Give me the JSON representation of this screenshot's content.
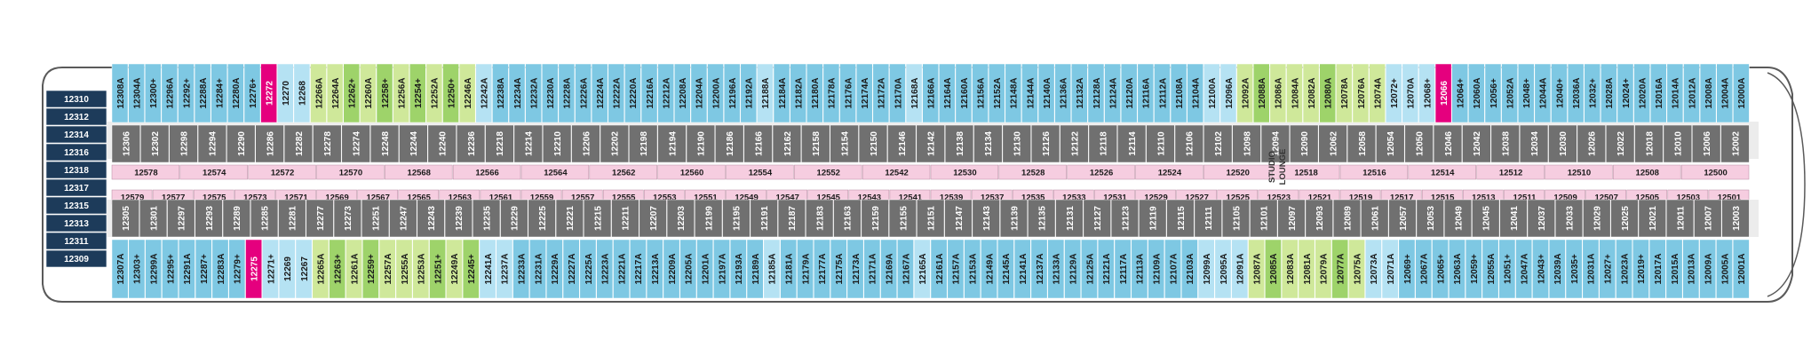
{
  "colors": {
    "blue": "#7ec8e3",
    "lightblue": "#b5e2f3",
    "green": "#9ed36a",
    "lightgreen": "#cfe89a",
    "pink": "#e5007e",
    "gray": "#707070",
    "lightpink": "#f6cde0",
    "corridor": "#ececec",
    "aft": "#1d3b5a",
    "outline": "#5a5a5a"
  },
  "aft_rows": [
    "12310",
    "12312",
    "12314",
    "12316",
    "12318",
    "12317",
    "12315",
    "12313",
    "12311",
    "12309"
  ],
  "top_upper": [
    {
      "n": "12308A",
      "c": "blue"
    },
    {
      "n": "12304A",
      "c": "blue"
    },
    {
      "n": "12300+",
      "c": "blue"
    },
    {
      "n": "12296A",
      "c": "blue"
    },
    {
      "n": "12292+",
      "c": "blue"
    },
    {
      "n": "12288A",
      "c": "blue"
    },
    {
      "n": "12284+",
      "c": "blue"
    },
    {
      "n": "12280A",
      "c": "blue"
    },
    {
      "n": "12276+",
      "c": "blue"
    },
    {
      "n": "12272",
      "c": "pink"
    },
    {
      "n": "12270",
      "c": "lightblue"
    },
    {
      "n": "12268",
      "c": "lightblue"
    },
    {
      "n": "12266A",
      "c": "lightgreen"
    },
    {
      "n": "12264A",
      "c": "lightgreen"
    },
    {
      "n": "12262+",
      "c": "green"
    },
    {
      "n": "12260A",
      "c": "lightgreen"
    },
    {
      "n": "12258+",
      "c": "green"
    },
    {
      "n": "12256A",
      "c": "lightgreen"
    },
    {
      "n": "12254+",
      "c": "green"
    },
    {
      "n": "12252A",
      "c": "lightgreen"
    },
    {
      "n": "12250+",
      "c": "green"
    },
    {
      "n": "12246A",
      "c": "lightgreen"
    },
    {
      "n": "12242A",
      "c": "lightblue"
    },
    {
      "n": "12238A",
      "c": "blue"
    },
    {
      "n": "12234A",
      "c": "blue"
    },
    {
      "n": "12232A",
      "c": "blue"
    },
    {
      "n": "12230A",
      "c": "blue"
    },
    {
      "n": "12228A",
      "c": "blue"
    },
    {
      "n": "12226A",
      "c": "blue"
    },
    {
      "n": "12224A",
      "c": "blue"
    },
    {
      "n": "12222A",
      "c": "blue"
    },
    {
      "n": "12220A",
      "c": "blue"
    },
    {
      "n": "12216A",
      "c": "blue"
    },
    {
      "n": "12212A",
      "c": "blue"
    },
    {
      "n": "12208A",
      "c": "blue"
    },
    {
      "n": "12204A",
      "c": "blue"
    },
    {
      "n": "12200A",
      "c": "blue"
    },
    {
      "n": "12196A",
      "c": "blue"
    },
    {
      "n": "12192A",
      "c": "blue"
    },
    {
      "n": "12188A",
      "c": "lightblue"
    },
    {
      "n": "12184A",
      "c": "blue"
    },
    {
      "n": "12182A",
      "c": "blue"
    },
    {
      "n": "12180A",
      "c": "blue"
    },
    {
      "n": "12178A",
      "c": "blue"
    },
    {
      "n": "12176A",
      "c": "blue"
    },
    {
      "n": "12174A",
      "c": "blue"
    },
    {
      "n": "12172A",
      "c": "blue"
    },
    {
      "n": "12170A",
      "c": "blue"
    },
    {
      "n": "12168A",
      "c": "lightblue"
    },
    {
      "n": "12166A",
      "c": "blue"
    },
    {
      "n": "12164A",
      "c": "blue"
    },
    {
      "n": "12160A",
      "c": "blue"
    },
    {
      "n": "12156A",
      "c": "blue"
    },
    {
      "n": "12152A",
      "c": "blue"
    },
    {
      "n": "12148A",
      "c": "blue"
    },
    {
      "n": "12144A",
      "c": "blue"
    },
    {
      "n": "12140A",
      "c": "blue"
    },
    {
      "n": "12136A",
      "c": "blue"
    },
    {
      "n": "12132A",
      "c": "blue"
    },
    {
      "n": "12128A",
      "c": "blue"
    },
    {
      "n": "12124A",
      "c": "blue"
    },
    {
      "n": "12120A",
      "c": "blue"
    },
    {
      "n": "12116A",
      "c": "blue"
    },
    {
      "n": "12112A",
      "c": "blue"
    },
    {
      "n": "12108A",
      "c": "blue"
    },
    {
      "n": "12104A",
      "c": "blue"
    },
    {
      "n": "12100A",
      "c": "lightblue"
    },
    {
      "n": "12096A",
      "c": "lightblue"
    },
    {
      "n": "12092A",
      "c": "lightgreen"
    },
    {
      "n": "12088A",
      "c": "green"
    },
    {
      "n": "12086A",
      "c": "lightgreen"
    },
    {
      "n": "12084A",
      "c": "lightgreen"
    },
    {
      "n": "12082A",
      "c": "lightgreen"
    },
    {
      "n": "12080A",
      "c": "green"
    },
    {
      "n": "12078A",
      "c": "lightgreen"
    },
    {
      "n": "12076A",
      "c": "lightgreen"
    },
    {
      "n": "12074A",
      "c": "lightgreen"
    },
    {
      "n": "12072+",
      "c": "lightblue"
    },
    {
      "n": "12070A",
      "c": "lightblue"
    },
    {
      "n": "12068+",
      "c": "lightblue"
    },
    {
      "n": "12066",
      "c": "pink"
    },
    {
      "n": "12064+",
      "c": "blue"
    },
    {
      "n": "12060A",
      "c": "blue"
    },
    {
      "n": "12056+",
      "c": "blue"
    },
    {
      "n": "12052A",
      "c": "blue"
    },
    {
      "n": "12048+",
      "c": "blue"
    },
    {
      "n": "12044A",
      "c": "blue"
    },
    {
      "n": "12040+",
      "c": "blue"
    },
    {
      "n": "12036A",
      "c": "blue"
    },
    {
      "n": "12032+",
      "c": "blue"
    },
    {
      "n": "12028A",
      "c": "blue"
    },
    {
      "n": "12024+",
      "c": "blue"
    },
    {
      "n": "12020A",
      "c": "blue"
    },
    {
      "n": "12016A",
      "c": "blue"
    },
    {
      "n": "12014A",
      "c": "blue"
    },
    {
      "n": "12012A",
      "c": "blue"
    },
    {
      "n": "12008A",
      "c": "blue"
    },
    {
      "n": "12004A",
      "c": "blue"
    },
    {
      "n": "12000A",
      "c": "blue"
    }
  ],
  "top_mid": [
    {
      "n": "12306",
      "c": "gray"
    },
    {
      "n": "12302",
      "c": "gray"
    },
    {
      "n": "12298",
      "c": "gray"
    },
    {
      "n": "12294",
      "c": "gray"
    },
    {
      "n": "12290",
      "c": "gray"
    },
    {
      "n": "12286",
      "c": "gray"
    },
    {
      "n": "12282",
      "c": "gray"
    },
    {
      "n": "12278",
      "c": "gray"
    },
    {
      "n": "12274",
      "c": "gray"
    },
    {
      "n": "12248",
      "c": "gray"
    },
    {
      "n": "12244",
      "c": "gray"
    },
    {
      "n": "12240",
      "c": "gray"
    },
    {
      "n": "12236",
      "c": "gray"
    },
    {
      "n": "12218",
      "c": "gray"
    },
    {
      "n": "12214",
      "c": "gray"
    },
    {
      "n": "12210",
      "c": "gray"
    },
    {
      "n": "12206",
      "c": "gray"
    },
    {
      "n": "12202",
      "c": "gray"
    },
    {
      "n": "12198",
      "c": "gray"
    },
    {
      "n": "12194",
      "c": "gray"
    },
    {
      "n": "12190",
      "c": "gray"
    },
    {
      "n": "12186",
      "c": "gray"
    },
    {
      "n": "12166",
      "c": "gray"
    },
    {
      "n": "12162",
      "c": "gray"
    },
    {
      "n": "12158",
      "c": "gray"
    },
    {
      "n": "12154",
      "c": "gray"
    },
    {
      "n": "12150",
      "c": "gray"
    },
    {
      "n": "12146",
      "c": "gray"
    },
    {
      "n": "12142",
      "c": "gray"
    },
    {
      "n": "12138",
      "c": "gray"
    },
    {
      "n": "12134",
      "c": "gray"
    },
    {
      "n": "12130",
      "c": "gray"
    },
    {
      "n": "12126",
      "c": "gray"
    },
    {
      "n": "12122",
      "c": "gray"
    },
    {
      "n": "12118",
      "c": "gray"
    },
    {
      "n": "12114",
      "c": "gray"
    },
    {
      "n": "12110",
      "c": "gray"
    },
    {
      "n": "12106",
      "c": "gray"
    },
    {
      "n": "12102",
      "c": "gray"
    },
    {
      "n": "12098",
      "c": "gray"
    },
    {
      "n": "12094",
      "c": "gray"
    },
    {
      "n": "12090",
      "c": "gray"
    },
    {
      "n": "12062",
      "c": "gray"
    },
    {
      "n": "12058",
      "c": "gray"
    },
    {
      "n": "12054",
      "c": "gray"
    },
    {
      "n": "12050",
      "c": "gray"
    },
    {
      "n": "12046",
      "c": "gray"
    },
    {
      "n": "12042",
      "c": "gray"
    },
    {
      "n": "12038",
      "c": "gray"
    },
    {
      "n": "12034",
      "c": "gray"
    },
    {
      "n": "12030",
      "c": "gray"
    },
    {
      "n": "12026",
      "c": "gray"
    },
    {
      "n": "12022",
      "c": "gray"
    },
    {
      "n": "12018",
      "c": "gray"
    },
    {
      "n": "12010",
      "c": "gray"
    },
    {
      "n": "12006",
      "c": "gray"
    },
    {
      "n": "12002",
      "c": "gray"
    }
  ],
  "bottom_mid": [
    {
      "n": "12305",
      "c": "gray"
    },
    {
      "n": "12301",
      "c": "gray"
    },
    {
      "n": "12297",
      "c": "gray"
    },
    {
      "n": "12293",
      "c": "gray"
    },
    {
      "n": "12289",
      "c": "gray"
    },
    {
      "n": "12285",
      "c": "gray"
    },
    {
      "n": "12281",
      "c": "gray"
    },
    {
      "n": "12277",
      "c": "gray"
    },
    {
      "n": "12273",
      "c": "gray"
    },
    {
      "n": "12251",
      "c": "gray"
    },
    {
      "n": "12247",
      "c": "gray"
    },
    {
      "n": "12243",
      "c": "gray"
    },
    {
      "n": "12239",
      "c": "gray"
    },
    {
      "n": "12235",
      "c": "gray"
    },
    {
      "n": "12229",
      "c": "gray"
    },
    {
      "n": "12225",
      "c": "gray"
    },
    {
      "n": "12221",
      "c": "gray"
    },
    {
      "n": "12215",
      "c": "gray"
    },
    {
      "n": "12211",
      "c": "gray"
    },
    {
      "n": "12207",
      "c": "gray"
    },
    {
      "n": "12203",
      "c": "gray"
    },
    {
      "n": "12199",
      "c": "gray"
    },
    {
      "n": "12195",
      "c": "gray"
    },
    {
      "n": "12191",
      "c": "gray"
    },
    {
      "n": "12187",
      "c": "gray"
    },
    {
      "n": "12183",
      "c": "gray"
    },
    {
      "n": "12163",
      "c": "gray"
    },
    {
      "n": "12159",
      "c": "gray"
    },
    {
      "n": "12155",
      "c": "gray"
    },
    {
      "n": "12151",
      "c": "gray"
    },
    {
      "n": "12147",
      "c": "gray"
    },
    {
      "n": "12143",
      "c": "gray"
    },
    {
      "n": "12139",
      "c": "gray"
    },
    {
      "n": "12135",
      "c": "gray"
    },
    {
      "n": "12131",
      "c": "gray"
    },
    {
      "n": "12127",
      "c": "gray"
    },
    {
      "n": "12123",
      "c": "gray"
    },
    {
      "n": "12119",
      "c": "gray"
    },
    {
      "n": "12115",
      "c": "gray"
    },
    {
      "n": "12111",
      "c": "gray"
    },
    {
      "n": "12105",
      "c": "gray"
    },
    {
      "n": "12101",
      "c": "gray"
    },
    {
      "n": "12097",
      "c": "gray"
    },
    {
      "n": "12093",
      "c": "gray"
    },
    {
      "n": "12089",
      "c": "gray"
    },
    {
      "n": "12061",
      "c": "gray"
    },
    {
      "n": "12057",
      "c": "gray"
    },
    {
      "n": "12053",
      "c": "gray"
    },
    {
      "n": "12049",
      "c": "gray"
    },
    {
      "n": "12045",
      "c": "gray"
    },
    {
      "n": "12041",
      "c": "gray"
    },
    {
      "n": "12037",
      "c": "gray"
    },
    {
      "n": "12033",
      "c": "gray"
    },
    {
      "n": "12029",
      "c": "gray"
    },
    {
      "n": "12025",
      "c": "gray"
    },
    {
      "n": "12021",
      "c": "gray"
    },
    {
      "n": "12011",
      "c": "gray"
    },
    {
      "n": "12007",
      "c": "gray"
    },
    {
      "n": "12003",
      "c": "gray"
    }
  ],
  "bottom_lower": [
    {
      "n": "12307A",
      "c": "blue"
    },
    {
      "n": "12303+",
      "c": "blue"
    },
    {
      "n": "12299A",
      "c": "blue"
    },
    {
      "n": "12295+",
      "c": "blue"
    },
    {
      "n": "12291A",
      "c": "blue"
    },
    {
      "n": "12287+",
      "c": "blue"
    },
    {
      "n": "12283A",
      "c": "blue"
    },
    {
      "n": "12279+",
      "c": "blue"
    },
    {
      "n": "12275",
      "c": "pink"
    },
    {
      "n": "12271+",
      "c": "lightblue"
    },
    {
      "n": "12269",
      "c": "lightblue"
    },
    {
      "n": "12267",
      "c": "lightblue"
    },
    {
      "n": "12265A",
      "c": "lightgreen"
    },
    {
      "n": "12263+",
      "c": "green"
    },
    {
      "n": "12261A",
      "c": "lightgreen"
    },
    {
      "n": "12259+",
      "c": "green"
    },
    {
      "n": "12257A",
      "c": "lightgreen"
    },
    {
      "n": "12255A",
      "c": "lightgreen"
    },
    {
      "n": "12253A",
      "c": "lightgreen"
    },
    {
      "n": "12251+",
      "c": "green"
    },
    {
      "n": "12249A",
      "c": "lightgreen"
    },
    {
      "n": "12245+",
      "c": "green"
    },
    {
      "n": "12241A",
      "c": "lightblue"
    },
    {
      "n": "12237A",
      "c": "lightblue"
    },
    {
      "n": "12233A",
      "c": "blue"
    },
    {
      "n": "12231A",
      "c": "blue"
    },
    {
      "n": "12229A",
      "c": "blue"
    },
    {
      "n": "12227A",
      "c": "blue"
    },
    {
      "n": "12225A",
      "c": "blue"
    },
    {
      "n": "12223A",
      "c": "blue"
    },
    {
      "n": "12221A",
      "c": "blue"
    },
    {
      "n": "12217A",
      "c": "blue"
    },
    {
      "n": "12213A",
      "c": "blue"
    },
    {
      "n": "12209A",
      "c": "blue"
    },
    {
      "n": "12205A",
      "c": "blue"
    },
    {
      "n": "12201A",
      "c": "blue"
    },
    {
      "n": "12197A",
      "c": "blue"
    },
    {
      "n": "12193A",
      "c": "blue"
    },
    {
      "n": "12189A",
      "c": "blue"
    },
    {
      "n": "12185A",
      "c": "lightblue"
    },
    {
      "n": "12181A",
      "c": "blue"
    },
    {
      "n": "12179A",
      "c": "blue"
    },
    {
      "n": "12177A",
      "c": "blue"
    },
    {
      "n": "12175A",
      "c": "blue"
    },
    {
      "n": "12173A",
      "c": "blue"
    },
    {
      "n": "12171A",
      "c": "blue"
    },
    {
      "n": "12169A",
      "c": "blue"
    },
    {
      "n": "12167A",
      "c": "blue"
    },
    {
      "n": "12165A",
      "c": "lightblue"
    },
    {
      "n": "12161A",
      "c": "blue"
    },
    {
      "n": "12157A",
      "c": "blue"
    },
    {
      "n": "12153A",
      "c": "blue"
    },
    {
      "n": "12149A",
      "c": "blue"
    },
    {
      "n": "12145A",
      "c": "blue"
    },
    {
      "n": "12141A",
      "c": "blue"
    },
    {
      "n": "12137A",
      "c": "blue"
    },
    {
      "n": "12133A",
      "c": "blue"
    },
    {
      "n": "12129A",
      "c": "blue"
    },
    {
      "n": "12125A",
      "c": "blue"
    },
    {
      "n": "12121A",
      "c": "blue"
    },
    {
      "n": "12117A",
      "c": "blue"
    },
    {
      "n": "12113A",
      "c": "blue"
    },
    {
      "n": "12109A",
      "c": "blue"
    },
    {
      "n": "12107A",
      "c": "blue"
    },
    {
      "n": "12103A",
      "c": "blue"
    },
    {
      "n": "12099A",
      "c": "lightblue"
    },
    {
      "n": "12095A",
      "c": "lightblue"
    },
    {
      "n": "12091A",
      "c": "lightblue"
    },
    {
      "n": "12087A",
      "c": "lightgreen"
    },
    {
      "n": "12085A",
      "c": "green"
    },
    {
      "n": "12083A",
      "c": "lightgreen"
    },
    {
      "n": "12081A",
      "c": "lightgreen"
    },
    {
      "n": "12079A",
      "c": "lightgreen"
    },
    {
      "n": "12077A",
      "c": "green"
    },
    {
      "n": "12075A",
      "c": "lightgreen"
    },
    {
      "n": "12073A",
      "c": "lightblue"
    },
    {
      "n": "12071A",
      "c": "lightblue"
    },
    {
      "n": "12069+",
      "c": "blue"
    },
    {
      "n": "12067A",
      "c": "blue"
    },
    {
      "n": "12065+",
      "c": "blue"
    },
    {
      "n": "12063A",
      "c": "blue"
    },
    {
      "n": "12059+",
      "c": "blue"
    },
    {
      "n": "12055A",
      "c": "blue"
    },
    {
      "n": "12051+",
      "c": "blue"
    },
    {
      "n": "12047A",
      "c": "blue"
    },
    {
      "n": "12043+",
      "c": "blue"
    },
    {
      "n": "12039A",
      "c": "blue"
    },
    {
      "n": "12035+",
      "c": "blue"
    },
    {
      "n": "12031A",
      "c": "blue"
    },
    {
      "n": "12027+",
      "c": "blue"
    },
    {
      "n": "12023A",
      "c": "blue"
    },
    {
      "n": "12019+",
      "c": "blue"
    },
    {
      "n": "12017A",
      "c": "blue"
    },
    {
      "n": "12015A",
      "c": "blue"
    },
    {
      "n": "12013A",
      "c": "blue"
    },
    {
      "n": "12009A",
      "c": "blue"
    },
    {
      "n": "12005A",
      "c": "blue"
    },
    {
      "n": "12001A",
      "c": "blue"
    }
  ],
  "inner_top_row": [
    "12578",
    "12574",
    "12572",
    "12570",
    "12568",
    "12566",
    "12564",
    "12562",
    "12560",
    "12554",
    "12552",
    "12542",
    "12530",
    "12528",
    "12526",
    "12524",
    "12520",
    "12518",
    "12516",
    "12514",
    "12512",
    "12510",
    "12508",
    "12500"
  ],
  "inner_bottom_row": [
    "12579",
    "12577",
    "12575",
    "12573",
    "12571",
    "12569",
    "12567",
    "12565",
    "12563",
    "12561",
    "12559",
    "12557",
    "12555",
    "12553",
    "12551",
    "12549",
    "12547",
    "12545",
    "12543",
    "12541",
    "12539",
    "12537",
    "12535",
    "12533",
    "12531",
    "12529",
    "12527",
    "12525",
    "12523",
    "12521",
    "12519",
    "12517",
    "12515",
    "12513",
    "12511",
    "12509",
    "12507",
    "12505",
    "12503",
    "12501"
  ],
  "studio_lounge_label": [
    "STUDIO",
    "LOUNGE"
  ]
}
